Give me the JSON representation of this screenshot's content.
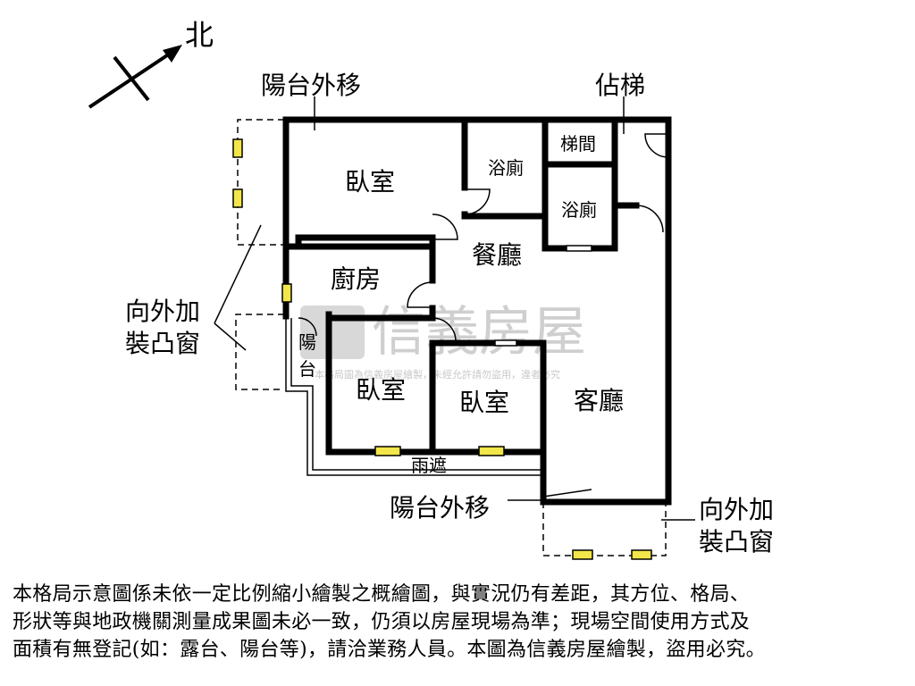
{
  "compass": {
    "label": "北"
  },
  "annotations": {
    "balcony_moved_top": "陽台外移",
    "balcony_moved_bottom": "陽台外移",
    "stair_encroach": "佔梯",
    "bay_window_left_line1": "向外加",
    "bay_window_left_line2": "裝凸窗",
    "bay_window_right_line1": "向外加",
    "bay_window_right_line2": "裝凸窗",
    "rain_shelter": "雨遮"
  },
  "rooms": {
    "bedroom_top": "臥室",
    "bath_upper": "浴廁",
    "stair": "梯間",
    "bath_lower": "浴廁",
    "dining": "餐廳",
    "kitchen": "廚房",
    "balcony_char1": "陽",
    "balcony_char2": "台",
    "bedroom_mid": "臥室",
    "bedroom_right": "臥室",
    "living": "客廳"
  },
  "watermark": {
    "brand": "信義房屋",
    "notice": "本格局圖為信義房屋繪製，未經允許請勿盜用，違者必究"
  },
  "disclaimer": {
    "line1": "本格局示意圖係未依一定比例縮小繪製之概繪圖，與實況仍有差距，其方位、格局、",
    "line2": "形狀等與地政機關測量成果圖未必一致，仍須以房屋現場為準；現場空間使用方式及",
    "line3": "面積有無登記(如：露台、陽台等)，請洽業務人員。本圖為信義房屋繪製，盜用必究。"
  },
  "colors": {
    "wall": "#000000",
    "window_fill": "#f2e64a",
    "watermark": "#cfcfcf"
  }
}
